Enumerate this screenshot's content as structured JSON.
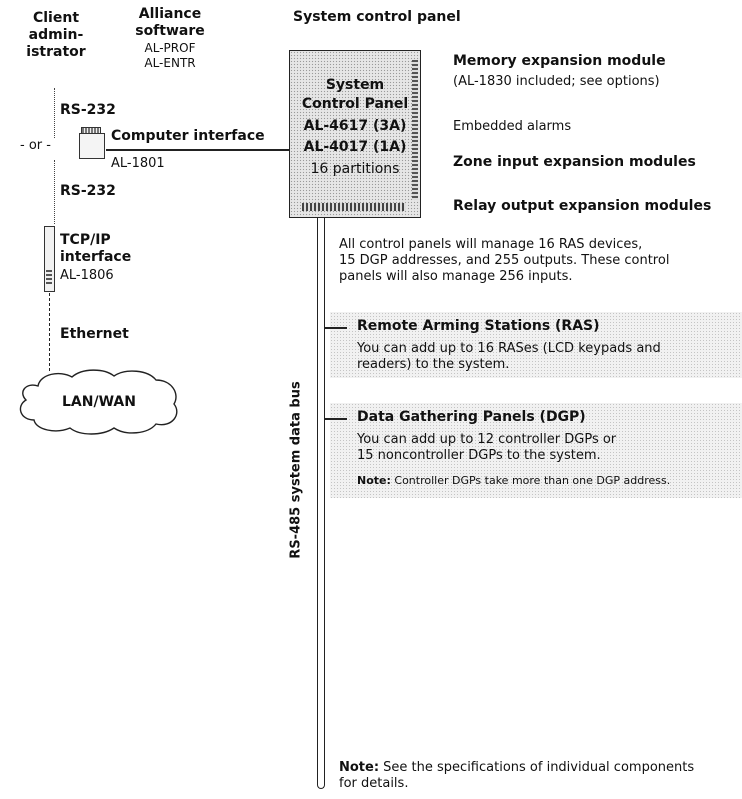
{
  "left": {
    "client_admin": "Client\nadmin-\nistrator",
    "alliance_title": "Alliance\nsoftware",
    "alliance_products": "AL-PROF\nAL-ENTR",
    "rs232_top": "RS-232",
    "or_text": "- or -",
    "computer_interface_title": "Computer interface",
    "computer_interface_model": "AL-1801",
    "rs232_bottom": "RS-232",
    "tcpip_title": "TCP/IP\ninterface",
    "tcpip_model": "AL-1806",
    "ethernet": "Ethernet",
    "lan_wan": "LAN/WAN"
  },
  "panel": {
    "section_title": "System control panel",
    "line1": "System",
    "line2": "Control Panel",
    "line3": "AL-4617 (3A)",
    "line4": "AL-4017 (1A)",
    "line5": "16 partitions"
  },
  "modules": {
    "memory_title": "Memory expansion module",
    "memory_note": "(AL-1830 included; see options)",
    "embedded_alarms": "Embedded alarms",
    "zone_input": "Zone input expansion modules",
    "relay_output": "Relay output expansion modules"
  },
  "bus": {
    "label": "RS-485 system data bus",
    "summary_line1": "All control panels will manage 16 RAS devices,",
    "summary_line2": "15 DGP addresses, and 255 outputs. These control",
    "summary_line3": "panels will also manage 256 inputs."
  },
  "ras": {
    "title": "Remote Arming Stations (RAS)",
    "line1": "You can add up to 16 RASes (LCD keypads and",
    "line2": "readers) to the system."
  },
  "dgp": {
    "title": "Data Gathering Panels (DGP)",
    "line1": "You can add up to 12 controller DGPs or",
    "line2": "15 noncontroller DGPs to the system.",
    "note_label": "Note:",
    "note_text": " Controller DGPs take more than one DGP address."
  },
  "footer": {
    "note_label": "Note:",
    "line1": " See the specifications of individual components",
    "line2": "for details."
  }
}
